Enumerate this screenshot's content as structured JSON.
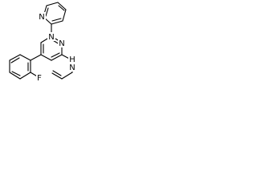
{
  "structure": {
    "atoms": {
      "pyridine_n": "N",
      "pyrimidine_n1": "N",
      "pyrimidine_n3": "N",
      "fluorine": "F",
      "amine_n": "N",
      "amine_h": "H"
    }
  },
  "colors": {
    "bond": "#000000",
    "background": "#ffffff"
  }
}
